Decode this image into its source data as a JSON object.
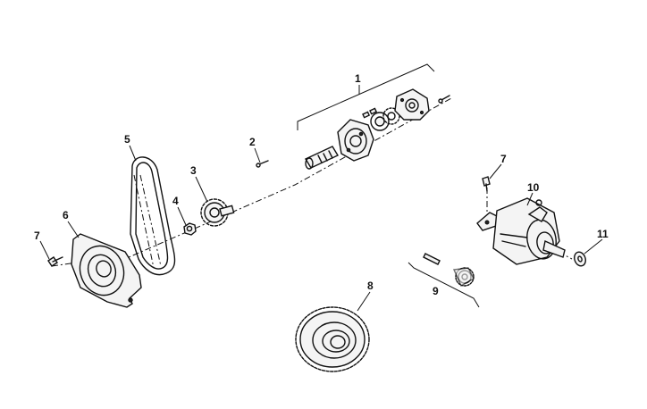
{
  "diagram": {
    "callouts": [
      "1",
      "2",
      "3",
      "4",
      "5",
      "6",
      "7",
      "7",
      "8",
      "9",
      "10",
      "11"
    ]
  }
}
